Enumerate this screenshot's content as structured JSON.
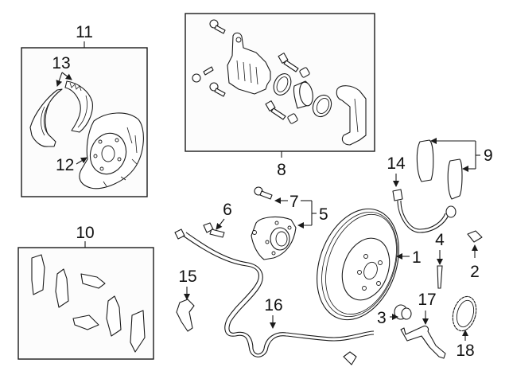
{
  "diagram": {
    "type": "exploded-parts-diagram",
    "subject": "Brake components",
    "colors": {
      "line": "#1a1a1a",
      "background": "#ffffff",
      "box_fill": "#fcfcfc"
    },
    "callouts": [
      {
        "id": "1",
        "label": "1",
        "part": "brake-rotor"
      },
      {
        "id": "2",
        "label": "2",
        "part": "plug"
      },
      {
        "id": "3",
        "label": "3",
        "part": "hub-nut"
      },
      {
        "id": "4",
        "label": "4",
        "part": "cotter-pin"
      },
      {
        "id": "5",
        "label": "5",
        "part": "hub-bearing-assembly"
      },
      {
        "id": "6",
        "label": "6",
        "part": "bolt"
      },
      {
        "id": "7",
        "label": "7",
        "part": "hub-bolt"
      },
      {
        "id": "8",
        "label": "8",
        "part": "caliper-assembly"
      },
      {
        "id": "9",
        "label": "9",
        "part": "brake-pads"
      },
      {
        "id": "10",
        "label": "10",
        "part": "pad-hardware-kit"
      },
      {
        "id": "11",
        "label": "11",
        "part": "parking-brake-assembly"
      },
      {
        "id": "12",
        "label": "12",
        "part": "backing-plate"
      },
      {
        "id": "13",
        "label": "13",
        "part": "parking-brake-shoes"
      },
      {
        "id": "14",
        "label": "14",
        "part": "brake-hose"
      },
      {
        "id": "15",
        "label": "15",
        "part": "bracket"
      },
      {
        "id": "16",
        "label": "16",
        "part": "abs-sensor"
      },
      {
        "id": "17",
        "label": "17",
        "part": "splash-shield-bracket"
      },
      {
        "id": "18",
        "label": "18",
        "part": "tone-ring"
      }
    ]
  }
}
